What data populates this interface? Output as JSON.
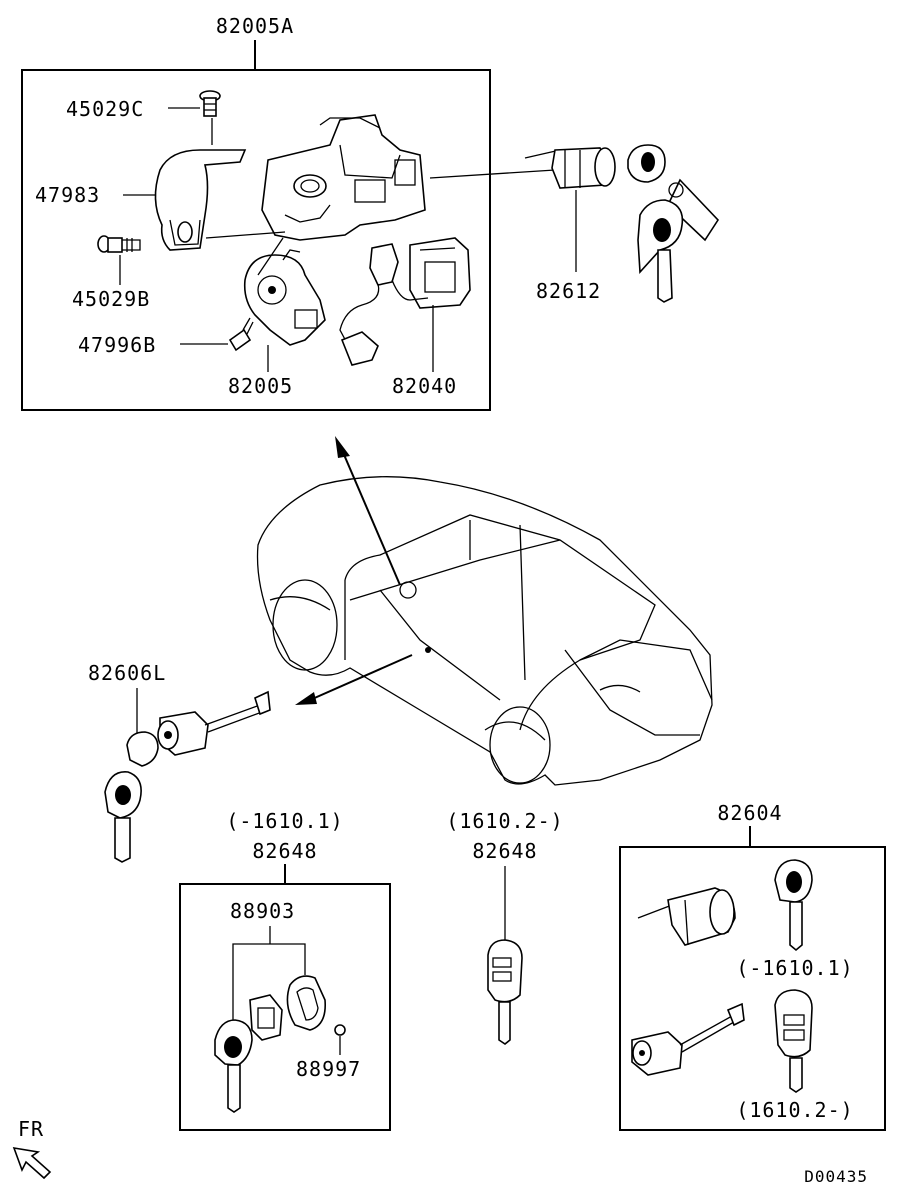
{
  "labels": {
    "assembly_main": "82005A",
    "bolt_top": "45029C",
    "cover": "47983",
    "bolt_bottom": "45029B",
    "screw": "47996B",
    "switch": "82005",
    "module": "82040",
    "cylinder_key": "82612",
    "door_cylinder": "82606L",
    "range_early_a": "(-1610.1)",
    "transmitter_a": "82648",
    "range_late_a": "(1610.2-)",
    "transmitter_b": "82648",
    "key_set": "82604",
    "battery_case": "88903",
    "small_screw": "88997",
    "range_early_b": "(-1610.1)",
    "range_late_b": "(1610.2-)",
    "front_indicator": "FR",
    "diagram_code": "D00435"
  },
  "icons": [
    "front-direction-arrow-icon"
  ]
}
